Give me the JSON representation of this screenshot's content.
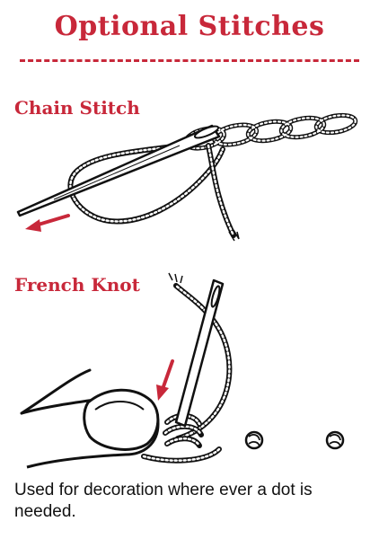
{
  "title": "Optional Stitches",
  "sections": [
    {
      "label": "Chain Stitch"
    },
    {
      "label": "French Knot"
    }
  ],
  "caption": "Used for decoration where ever a dot is needed.",
  "colors": {
    "accent": "#c8283a",
    "ink": "#111111",
    "background": "#ffffff"
  },
  "icons": [
    "needle-icon",
    "thread-icon",
    "arrow-icon",
    "finger-icon",
    "knot-dot-icon"
  ]
}
